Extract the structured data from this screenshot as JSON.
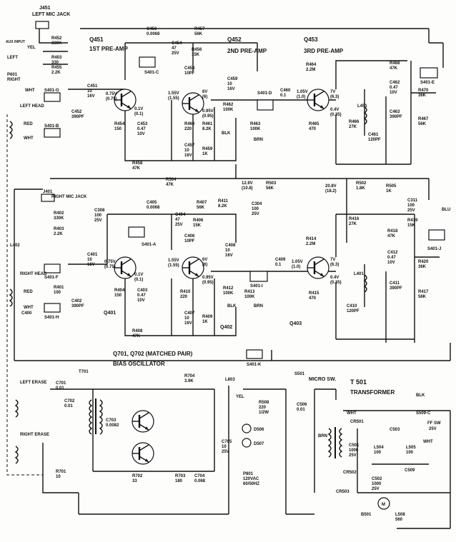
{
  "header_left": {
    "j451": "J451",
    "left_mic_jack": "LEFT MIC JACK",
    "aux_input": "AUX INPUT",
    "r452": "R452",
    "r452_val": "330K",
    "yel": "YEL",
    "left": "LEFT",
    "r403": "R403",
    "r403_val": "330",
    "r455": "R455",
    "r455_val": "2.2K",
    "p601": "P601",
    "right": "RIGHT",
    "wht": "WHT"
  },
  "stage_titles": {
    "q451": "Q451",
    "q451_name": "1ST PRE-AMP",
    "q452": "Q452",
    "q452_name": "2ND PRE-AMP",
    "q453": "Q453",
    "q453_name": "3RD PRE-AMP"
  },
  "top_row": {
    "c456": "C456",
    "c456_val": "0.0068",
    "r457": "R457",
    "r457_val": "56K",
    "c454": "C454",
    "c454_val": "47",
    "c454_v": "25V",
    "r456": "R456",
    "r456_val": "15K",
    "c458": "C458",
    "c458_val": "10PF",
    "s401c": "S401-C",
    "c451": "C451",
    "c451_val": "10",
    "c451_v": "16V",
    "q451_v1": "0.75V",
    "q451_v2": "(0.75)",
    "q451_v3": "0.1V",
    "q451_v4": "(0.1)",
    "q452_v1": "1.55V",
    "q452_v2": "(1.55)",
    "q452_v3": "6V",
    "q452_v4": "(6)",
    "q452_v5": "0.95V",
    "q452_v6": "(0.95)",
    "r454": "R454",
    "r454_val": "150",
    "c453": "C453",
    "c453_val": "0.47",
    "c453_v": "10V",
    "r460": "R460",
    "r460_val": "220",
    "r461": "R461",
    "r461_val": "8.2K",
    "c457": "C457",
    "c457_val": "10",
    "c457_v": "16V",
    "r459": "R459",
    "r459_val": "1K",
    "r458": "R458",
    "r458_val": "47K",
    "c459": "C459",
    "c459_val": "10",
    "c459_v": "16V",
    "r462": "R462",
    "r462_val": "100K",
    "r463": "R463",
    "r463_val": "100K",
    "blk": "BLK",
    "brn": "BRN",
    "s401d": "S401-D",
    "c460": "C460",
    "c460_val": "0.1",
    "r464": "R464",
    "r464_val": "2.2M",
    "q453_v1": "1.05V",
    "q453_v2": "(1.0)",
    "q453_v3": "7V",
    "q453_v4": "(6.3)",
    "q453_v5": "0.4V",
    "q453_v6": "(0.35)",
    "r465": "R465",
    "r465_val": "470",
    "r466": "R466",
    "r466_val": "27K",
    "l451": "L451",
    "c461": "C461",
    "c461_val": "120PF",
    "c463": "C463",
    "c463_val": "390PF",
    "r468": "R468",
    "r468_val": "47K",
    "c462": "C462",
    "c462_val": "0.47",
    "c462_v": "10V",
    "r470": "R470",
    "r470_val": "36K",
    "r467": "R467",
    "r467_val": "56K",
    "s401e": "S401-E"
  },
  "left_side": {
    "left_head": "LEFT HEAD",
    "red": "RED",
    "wht": "WHT",
    "s401g": "S401-G",
    "s401b": "S401-B",
    "c452": "C452",
    "c452_val": "390PF",
    "l402": "L402",
    "right_head": "RIGHT HEAD",
    "red2": "RED",
    "wht2": "WHT",
    "s401f": "S401-F",
    "r401": "R401",
    "r401_val": "100",
    "s401h": "S401-H",
    "c402": "C402",
    "c402_val": "390PF",
    "c400": "C400"
  },
  "mid_rail": {
    "r504": "R504",
    "r504_val": "47K",
    "r407": "R407",
    "r407_val": "56K",
    "r411": "R411",
    "r411_val": "8.2K",
    "v1": "12.9V",
    "v1p": "(10.8)",
    "r503": "R503",
    "r503_val": "56K",
    "v2": "20.8V",
    "v2p": "(18.2)",
    "r502": "R502",
    "r502_val": "1.8K",
    "r505": "R505",
    "r505_val": "1K"
  },
  "bottom_row": {
    "j401": "J401",
    "right_mic_jack": "RIGHT MIC JACK",
    "r402": "R402",
    "r402_val": "330K",
    "r403": "R403",
    "r403_val": "2.2K",
    "c405": "C405",
    "c405_val": "0.0068",
    "c404": "C404",
    "c404_val": "47",
    "c404_v": "25V",
    "r406": "R406",
    "r406_val": "15K",
    "c406": "C406",
    "c406_val": "10PF",
    "s401a": "S401-A",
    "c401": "C401",
    "c401_val": "10",
    "c401_v": "16V",
    "q401_v1": "0.75V",
    "q401_v2": "(0.75)",
    "q401_v3": "0.1V",
    "q401_v4": "(0.1)",
    "r404": "R404",
    "r404_val": "150",
    "c403": "C403",
    "c403_val": "0.47",
    "c403_v": "10V",
    "q402_v1": "1.55V",
    "q402_v2": "(1.55)",
    "q402_v3": "6V",
    "q402_v4": "(6)",
    "q402_v5": "0.95V",
    "q402_v6": "(0.95)",
    "r410": "R410",
    "r410_val": "220",
    "c407": "C407",
    "c407_val": "10",
    "c407_v": "16V",
    "r409": "R409",
    "r409_val": "1K",
    "r408": "R408",
    "r408_val": "47K",
    "q401": "Q401",
    "q402": "Q402",
    "q403": "Q403",
    "c408": "C408",
    "c408_val": "10",
    "c408_v": "16V",
    "r412": "R412",
    "r412_val": "100K",
    "r413": "R413",
    "r413_val": "100K",
    "s401i": "S401-I",
    "c409": "C409",
    "c409_val": "0.1",
    "blk": "BLK",
    "brn": "BRN",
    "r414": "R414",
    "r414_val": "2.2M",
    "q403_v1": "1.05V",
    "q403_v2": "(1.0)",
    "q403_v3": "7V",
    "q403_v4": "(6.3)",
    "q403_v5": "0.4V",
    "q403_v6": "(0.35)",
    "r415": "R415",
    "r415_val": "470",
    "r416": "R416",
    "r416_val": "27K",
    "l401": "L401",
    "c410": "C410",
    "c410_val": "120PF",
    "c411": "C411",
    "c411_val": "390PF",
    "c308": "C308",
    "c308_val": "100",
    "c308_v": "25V",
    "c304": "C304",
    "c304_val": "100",
    "c304_v": "25V",
    "c311": "C311",
    "c311_val": "100",
    "c311_v": "25V",
    "r418": "R418",
    "r418_val": "47K",
    "r419": "R419",
    "r419_val": "15K",
    "c412": "C412",
    "c412_val": "0.47",
    "c412_v": "10V",
    "r420": "R420",
    "r420_val": "36K",
    "r417": "R417",
    "r417_val": "56K",
    "s401j": "S401-J",
    "blu": "BLU"
  },
  "oscillator": {
    "title1": "Q701, Q702 (MATCHED PAIR)",
    "title2": "BIAS OSCILLATOR",
    "t701": "T701",
    "left_erase": "LEFT ERASE",
    "right_erase": "RIGHT ERASE",
    "c701": "C701",
    "c701_val": "0.01",
    "c702": "C702",
    "c702_val": "0.01",
    "c703": "C703",
    "c703_val": "0.0082",
    "r704": "R704",
    "r704_val": "3.9K",
    "r701": "R701",
    "r701_val": "10",
    "r702": "R702",
    "r702_val": "33",
    "r703": "R703",
    "r703_val": "180",
    "c704": "C704",
    "c704_val": "0.068",
    "c705": "C705",
    "c705_val": "10",
    "c705_v": "25V",
    "s401k": "S401-K",
    "l803": "L803"
  },
  "power": {
    "s501": "S501",
    "micro_sw": "MICRO SW.",
    "t501": "T 501",
    "transformer": "TRANSFORMER",
    "c506": "C506",
    "c506_val": "0.01",
    "r508": "R508",
    "r508_val": "220",
    "r508_w": "1/2W",
    "yel": "YEL",
    "wht": "WHT",
    "brn": "BRN",
    "blk": "BLK",
    "d506": "D506",
    "d507": "D507",
    "p801": "P801",
    "p801_v": "120VAC",
    "p801_hz": "60/50HZ",
    "cr501": "CR501",
    "cr502": "CR502",
    "cr503": "CR503",
    "c501": "C501",
    "c501_val": "1000",
    "c501_v": "25V",
    "c502": "C502",
    "c502_val": "1000",
    "c502_v": "25V",
    "l504": "L504",
    "l504_val": "100",
    "l505": "L505",
    "l505_val": "100",
    "c503": "C503",
    "c509": "C509",
    "s509c": "S509-C",
    "ff_sw": "FF SW",
    "m501": "M",
    "b501": "B501",
    "l508": "L508",
    "l508_val": "560",
    "vcc": "25V"
  }
}
